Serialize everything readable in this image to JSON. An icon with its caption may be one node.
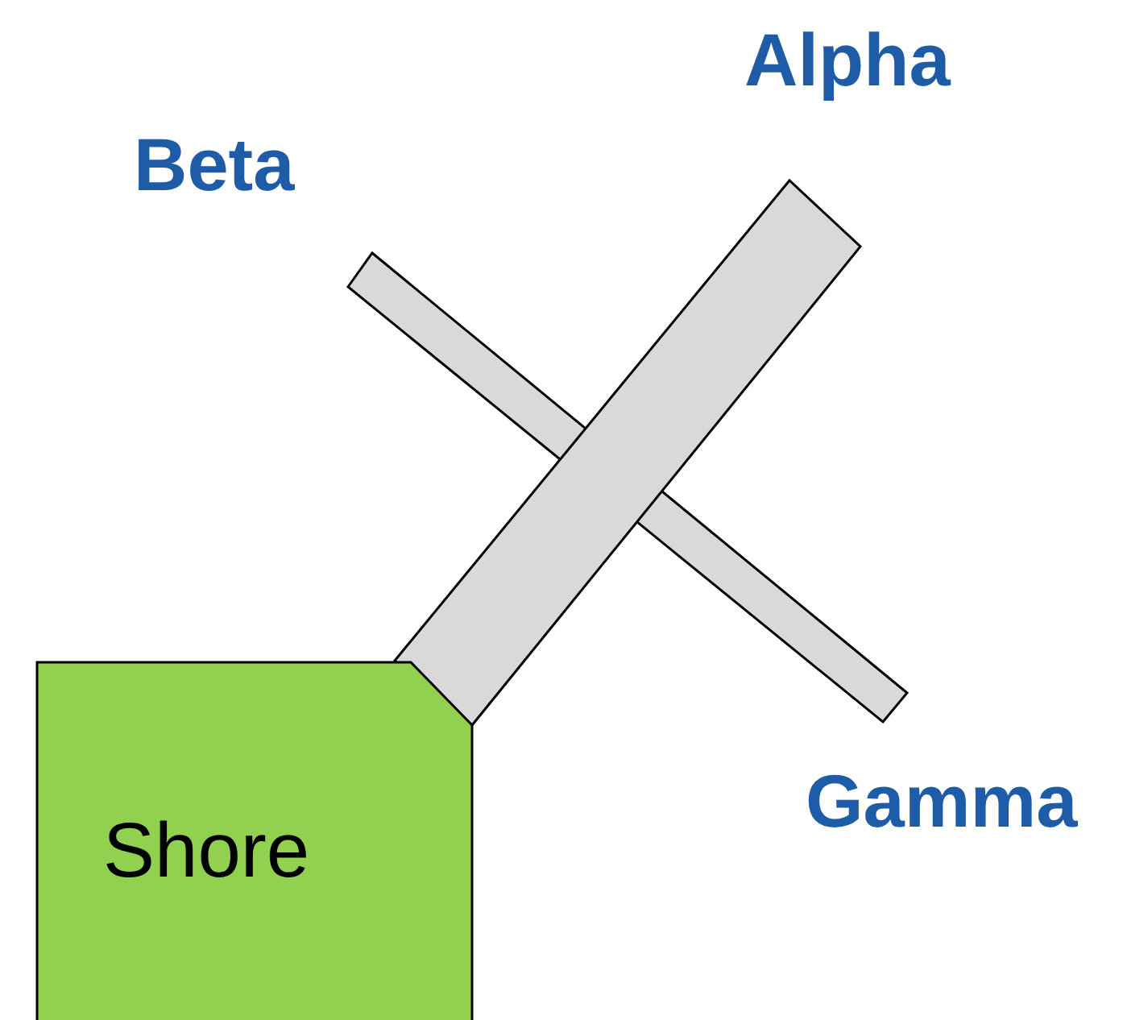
{
  "diagram": {
    "nodes": [
      {
        "text": [
          "Shore"
        ]
      }
    ],
    "labels": [
      "Alpha",
      "Beta",
      "Gamma"
    ]
  }
}
